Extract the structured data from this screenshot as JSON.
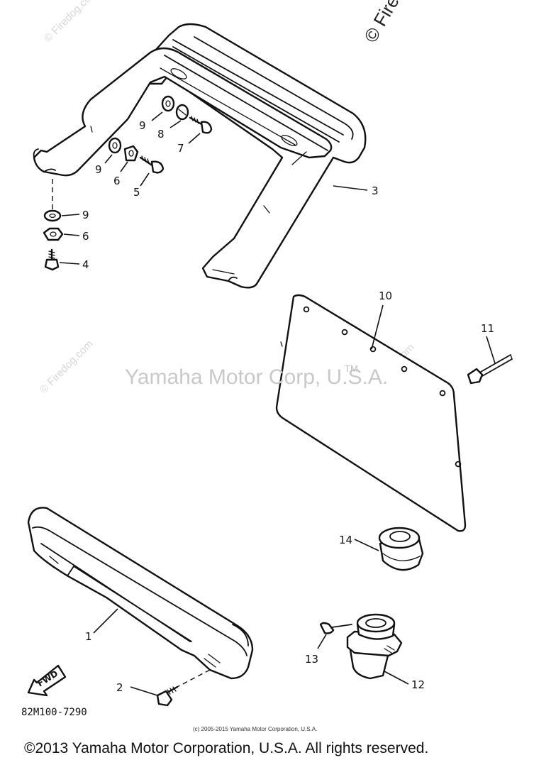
{
  "watermarks": {
    "center": "Yamaha Motor Corp, U.S.A.",
    "trademark": "TM",
    "firedog": "© Firedog.com",
    "firedog_top": "© Fire"
  },
  "callouts": {
    "c1": "1",
    "c2": "2",
    "c3": "3",
    "c4": "4",
    "c5": "5",
    "c6a": "6",
    "c6b": "6",
    "c7": "7",
    "c8": "8",
    "c9a": "9",
    "c9b": "9",
    "c9c": "9",
    "c10": "10",
    "c11": "11",
    "c12": "12",
    "c13": "13",
    "c14": "14"
  },
  "fwd_label": "FWD",
  "diagram_code": "82M100-7290",
  "small_copyright": "(c) 2005-2015 Yamaha Motor Corporation, U.S.A.",
  "footer_copyright": "©2013 Yamaha Motor Corporation, U.S.A. All rights reserved."
}
